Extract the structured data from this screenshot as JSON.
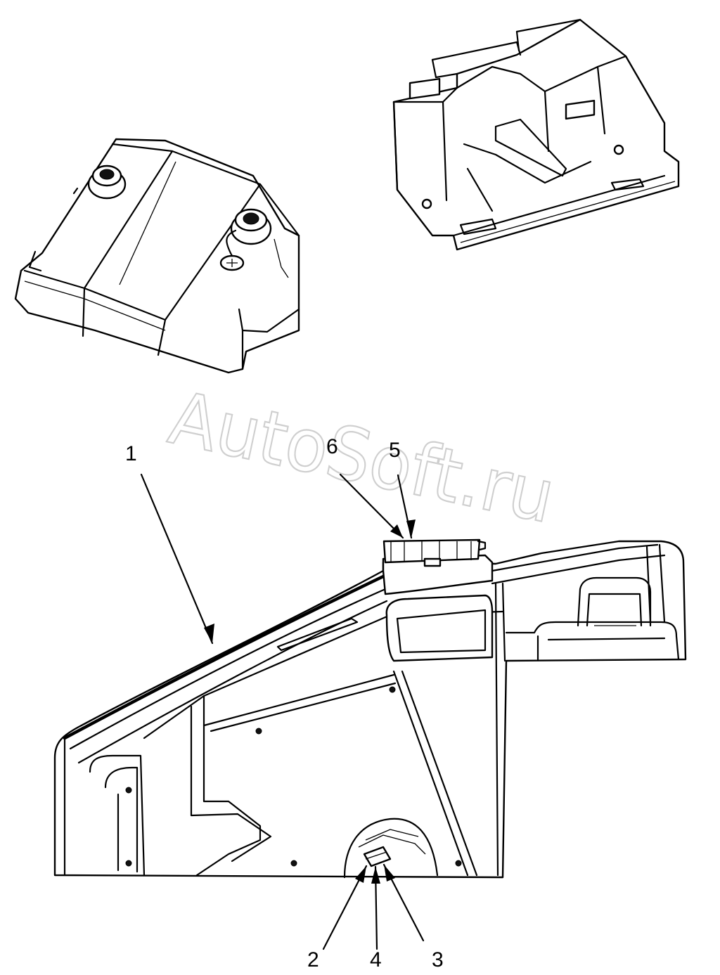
{
  "watermark": "AutoSoft.ru",
  "callouts": [
    {
      "id": "1",
      "label": "1"
    },
    {
      "id": "2",
      "label": "2"
    },
    {
      "id": "3",
      "label": "3"
    },
    {
      "id": "4",
      "label": "4"
    },
    {
      "id": "5",
      "label": "5"
    },
    {
      "id": "6",
      "label": "6"
    }
  ]
}
